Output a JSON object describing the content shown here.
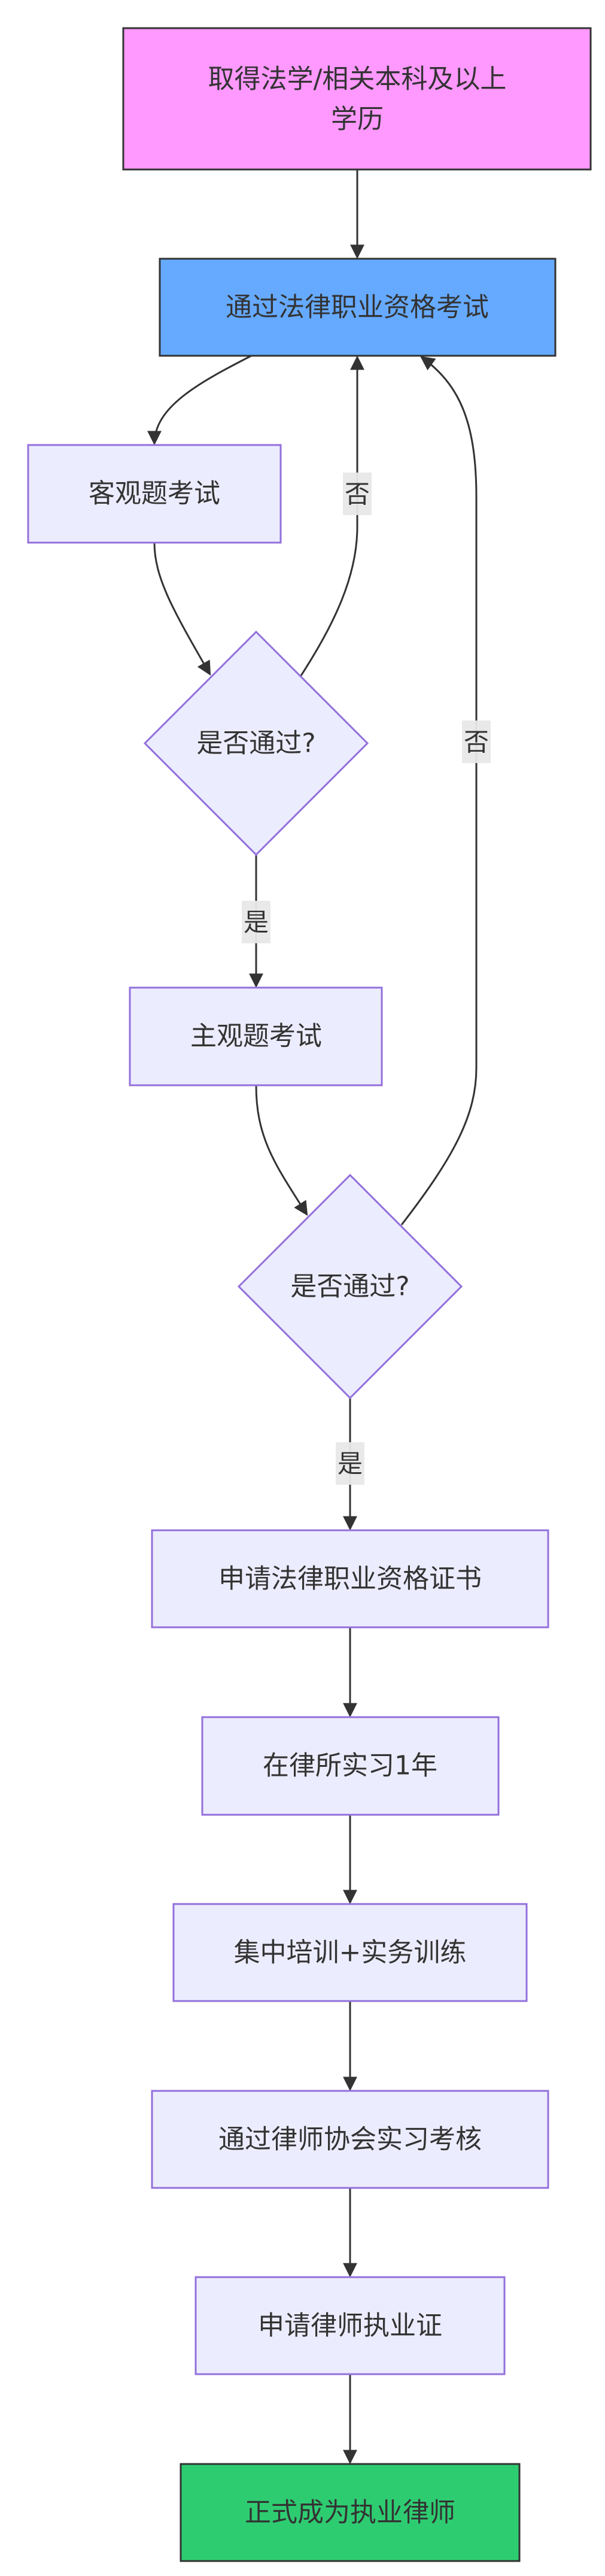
{
  "diagram": {
    "type": "flowchart",
    "direction": "top-down",
    "nodes": {
      "start": {
        "line1": "取得法学/相关本科及以上",
        "line2": "学历",
        "fill": "#ff99ff"
      },
      "exam": {
        "label": "通过法律职业资格考试",
        "fill": "#66aaff"
      },
      "objective": {
        "label": "客观题考试"
      },
      "decision1": {
        "label": "是否通过?"
      },
      "subjective": {
        "label": "主观题考试"
      },
      "decision2": {
        "label": "是否通过?"
      },
      "apply_cert": {
        "label": "申请法律职业资格证书"
      },
      "internship": {
        "label": "在律所实习1年"
      },
      "training": {
        "label": "集中培训+实务训练"
      },
      "bar_assessment": {
        "label": "通过律师协会实习考核"
      },
      "apply_license": {
        "label": "申请律师执业证"
      },
      "final": {
        "label": "正式成为执业律师",
        "fill": "#2ecc71"
      }
    },
    "edge_labels": {
      "d1_no": "否",
      "d1_yes": "是",
      "d2_no": "否",
      "d2_yes": "是"
    },
    "edges": [
      {
        "from": "start",
        "to": "exam"
      },
      {
        "from": "exam",
        "to": "objective"
      },
      {
        "from": "objective",
        "to": "decision1"
      },
      {
        "from": "decision1",
        "to": "exam",
        "label": "否"
      },
      {
        "from": "decision1",
        "to": "subjective",
        "label": "是"
      },
      {
        "from": "subjective",
        "to": "decision2"
      },
      {
        "from": "decision2",
        "to": "exam",
        "label": "否"
      },
      {
        "from": "decision2",
        "to": "apply_cert",
        "label": "是"
      },
      {
        "from": "apply_cert",
        "to": "internship"
      },
      {
        "from": "internship",
        "to": "training"
      },
      {
        "from": "training",
        "to": "bar_assessment"
      },
      {
        "from": "bar_assessment",
        "to": "apply_license"
      },
      {
        "from": "apply_license",
        "to": "final"
      }
    ]
  }
}
